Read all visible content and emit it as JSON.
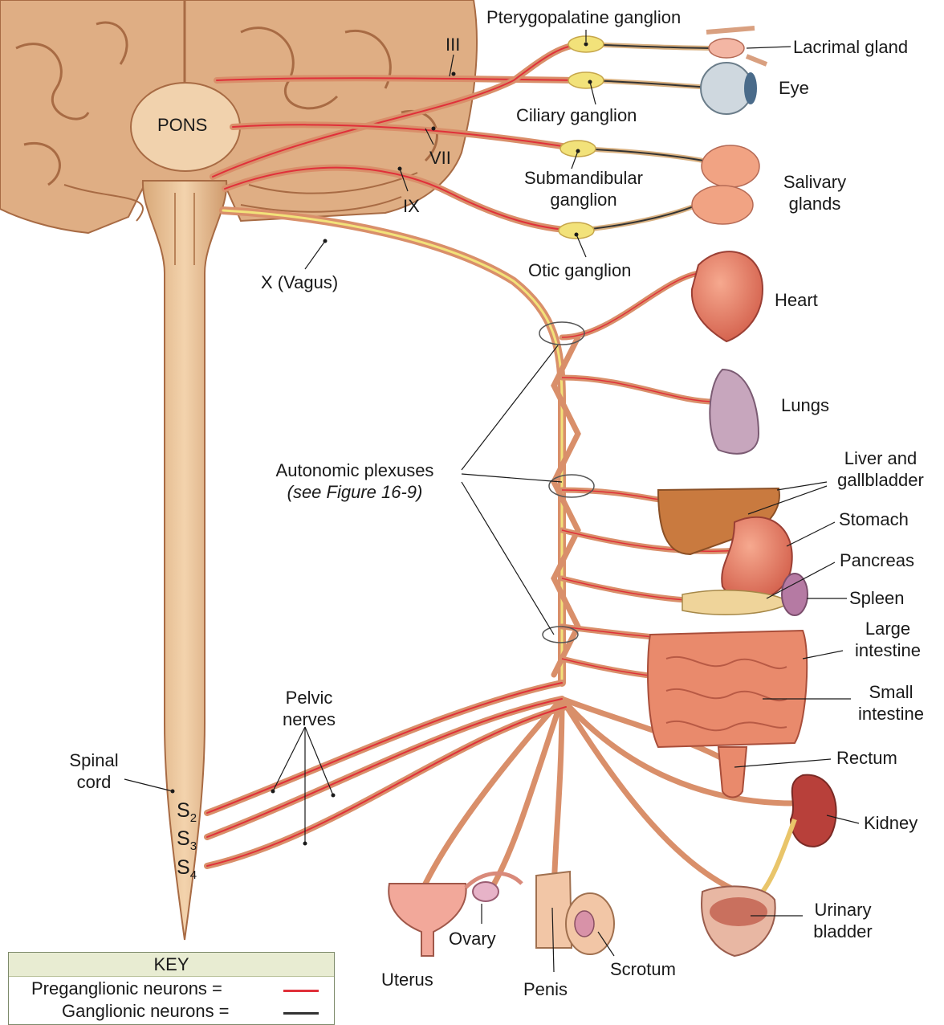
{
  "labels": {
    "pons": "PONS",
    "cn_iii": "III",
    "cn_vii": "VII",
    "cn_ix": "IX",
    "vagus": "X (Vagus)",
    "pterygopalatine": "Pterygopalatine ganglion",
    "lacrimal": "Lacrimal gland",
    "eye": "Eye",
    "ciliary": "Ciliary ganglion",
    "submandibular_1": "Submandibular",
    "submandibular_2": "ganglion",
    "salivary_1": "Salivary",
    "salivary_2": "glands",
    "otic": "Otic ganglion",
    "heart": "Heart",
    "lungs": "Lungs",
    "liver_1": "Liver and",
    "liver_2": "gallbladder",
    "stomach": "Stomach",
    "pancreas": "Pancreas",
    "spleen": "Spleen",
    "large_int_1": "Large",
    "large_int_2": "intestine",
    "small_int_1": "Small",
    "small_int_2": "intestine",
    "rectum": "Rectum",
    "kidney": "Kidney",
    "bladder_1": "Urinary",
    "bladder_2": "bladder",
    "autonomic_1": "Autonomic plexuses",
    "autonomic_2": "(see Figure 16-9)",
    "pelvic_1": "Pelvic",
    "pelvic_2": "nerves",
    "spinal_1": "Spinal",
    "spinal_2": "cord",
    "uterus": "Uterus",
    "ovary": "Ovary",
    "penis": "Penis",
    "scrotum": "Scrotum"
  },
  "segments": [
    {
      "main": "S",
      "sub": "2"
    },
    {
      "main": "S",
      "sub": "3"
    },
    {
      "main": "S",
      "sub": "4"
    }
  ],
  "key": {
    "title": "KEY",
    "preganglionic": "Preganglionic neurons =",
    "ganglionic": "Ganglionic neurons ="
  },
  "colors": {
    "preganglionic": "#e0303a",
    "ganglionic": "#333333",
    "nerve": "#d98f6a",
    "spinal_cord": "#e8c39a",
    "brain": "#d9a77b",
    "ganglion": "#f2e27a"
  }
}
